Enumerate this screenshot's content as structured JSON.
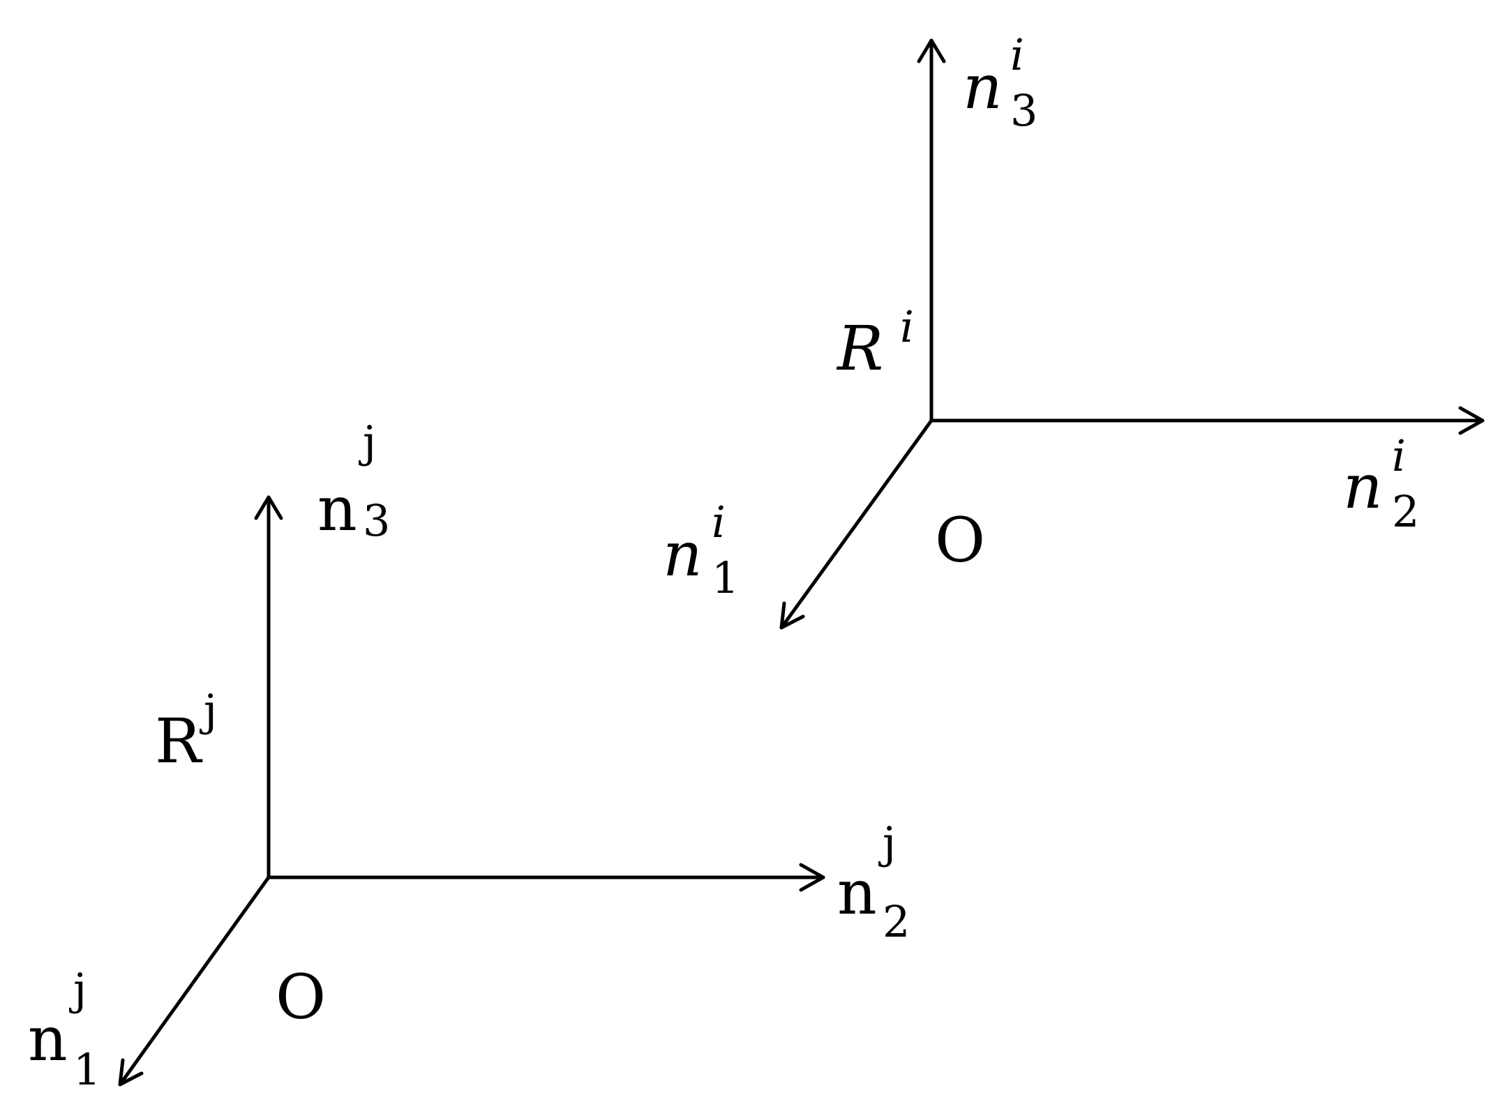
{
  "frame_i": {
    "origin": "O",
    "rotation": {
      "base": "R",
      "sup": "i"
    },
    "axis1": {
      "base": "n",
      "sup": "i",
      "sub": "1"
    },
    "axis2": {
      "base": "n",
      "sup": "i",
      "sub": "2"
    },
    "axis3": {
      "base": "n",
      "sup": "i",
      "sub": "3"
    }
  },
  "frame_j": {
    "origin": "O",
    "rotation": {
      "base": "R",
      "sup": "j"
    },
    "axis1": {
      "base": "n",
      "sup": "j",
      "sub": "1"
    },
    "axis2": {
      "base": "n",
      "sup": "j",
      "sub": "2"
    },
    "axis3": {
      "base": "n",
      "sup": "j",
      "sub": "3"
    }
  }
}
